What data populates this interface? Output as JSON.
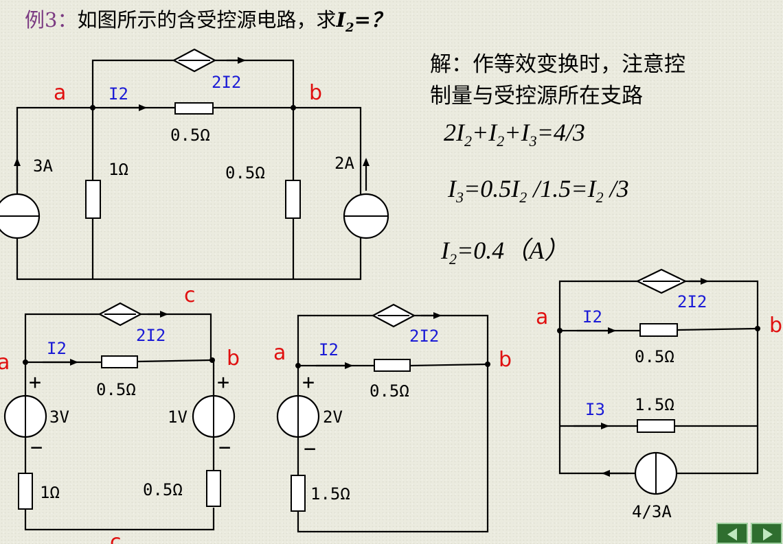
{
  "title": {
    "prefix": "例3：",
    "text": "如图所示的含受控源电路，求",
    "target": "I",
    "target_sub": "2",
    "target_tail": "=？"
  },
  "solution": {
    "line1": "解：作等效变换时，注意控",
    "line2": "制量与受控源所在支路"
  },
  "equations": {
    "eq1": {
      "a": "2I",
      "a_sub": "2",
      "b": "+I",
      "b_sub": "2",
      "c": "+I",
      "c_sub": "3",
      "d": "=4/3"
    },
    "eq2": {
      "a": "I",
      "a_sub": "3",
      "b": "=0.5I",
      "b_sub": "2",
      "c": " /1.5=I",
      "c_sub": "2",
      "d": " /3"
    },
    "eq3": {
      "a": "I",
      "a_sub": "2",
      "b": "=0.4（A）"
    }
  },
  "circuit_main": {
    "node_a": "a",
    "node_b": "b",
    "node_c": "c",
    "i2": "I2",
    "dep": "2I2",
    "r_ab": "0.5Ω",
    "r_left": "1Ω",
    "r_right": "0.5Ω",
    "src_left": "3A",
    "src_right": "2A"
  },
  "circuit_2": {
    "node_a": "a",
    "node_b": "b",
    "node_c": "c",
    "i2": "I2",
    "dep": "2I2",
    "r_ab": "0.5Ω",
    "v_left": "3V",
    "v_right": "1V",
    "r_left": "1Ω",
    "r_right": "0.5Ω",
    "plus": "+",
    "minus": "−"
  },
  "circuit_3": {
    "node_a": "a",
    "node_b": "b",
    "i2": "I2",
    "dep": "2I2",
    "r_ab": "0.5Ω",
    "v": "2V",
    "r": "1.5Ω",
    "plus": "+",
    "minus": "−"
  },
  "circuit_4": {
    "node_a": "a",
    "node_b": "b",
    "i2": "I2",
    "i3": "I3",
    "dep": "2I2",
    "r_top": "0.5Ω",
    "r_mid": "1.5Ω",
    "src": "4/3A"
  }
}
